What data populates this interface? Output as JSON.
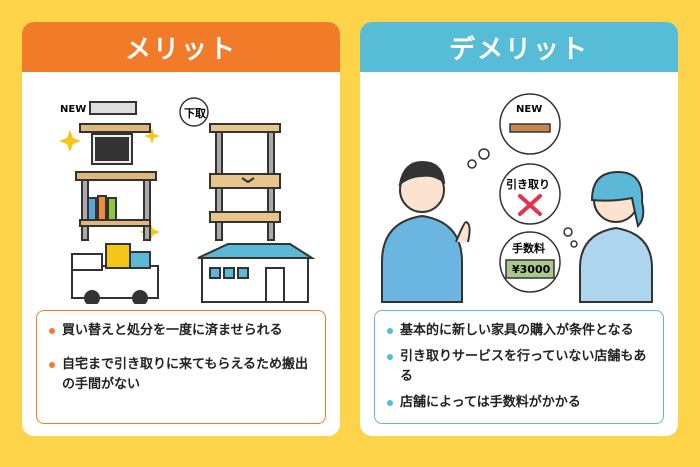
{
  "merit": {
    "title": "メリット",
    "tag_new": "NEW",
    "tag_shitadori": "下取",
    "points": [
      "買い替えと処分を一度に済ませられる",
      "自宅まで引き取りに来てもらえるため搬出の手間がない"
    ]
  },
  "demerit": {
    "title": "デメリット",
    "bubble_new": "NEW",
    "bubble_hikitori": "引き取り",
    "bubble_fee": "手数料",
    "fee_amount": "¥3000",
    "points": [
      "基本的に新しい家具の購入が条件となる",
      "引き取りサービスを行っていない店舗もある",
      "店舗によっては手数料がかかる"
    ]
  },
  "colors": {
    "background": "#FDD34A",
    "merit_accent": "#F27B29",
    "demerit_accent": "#57BCD6"
  }
}
